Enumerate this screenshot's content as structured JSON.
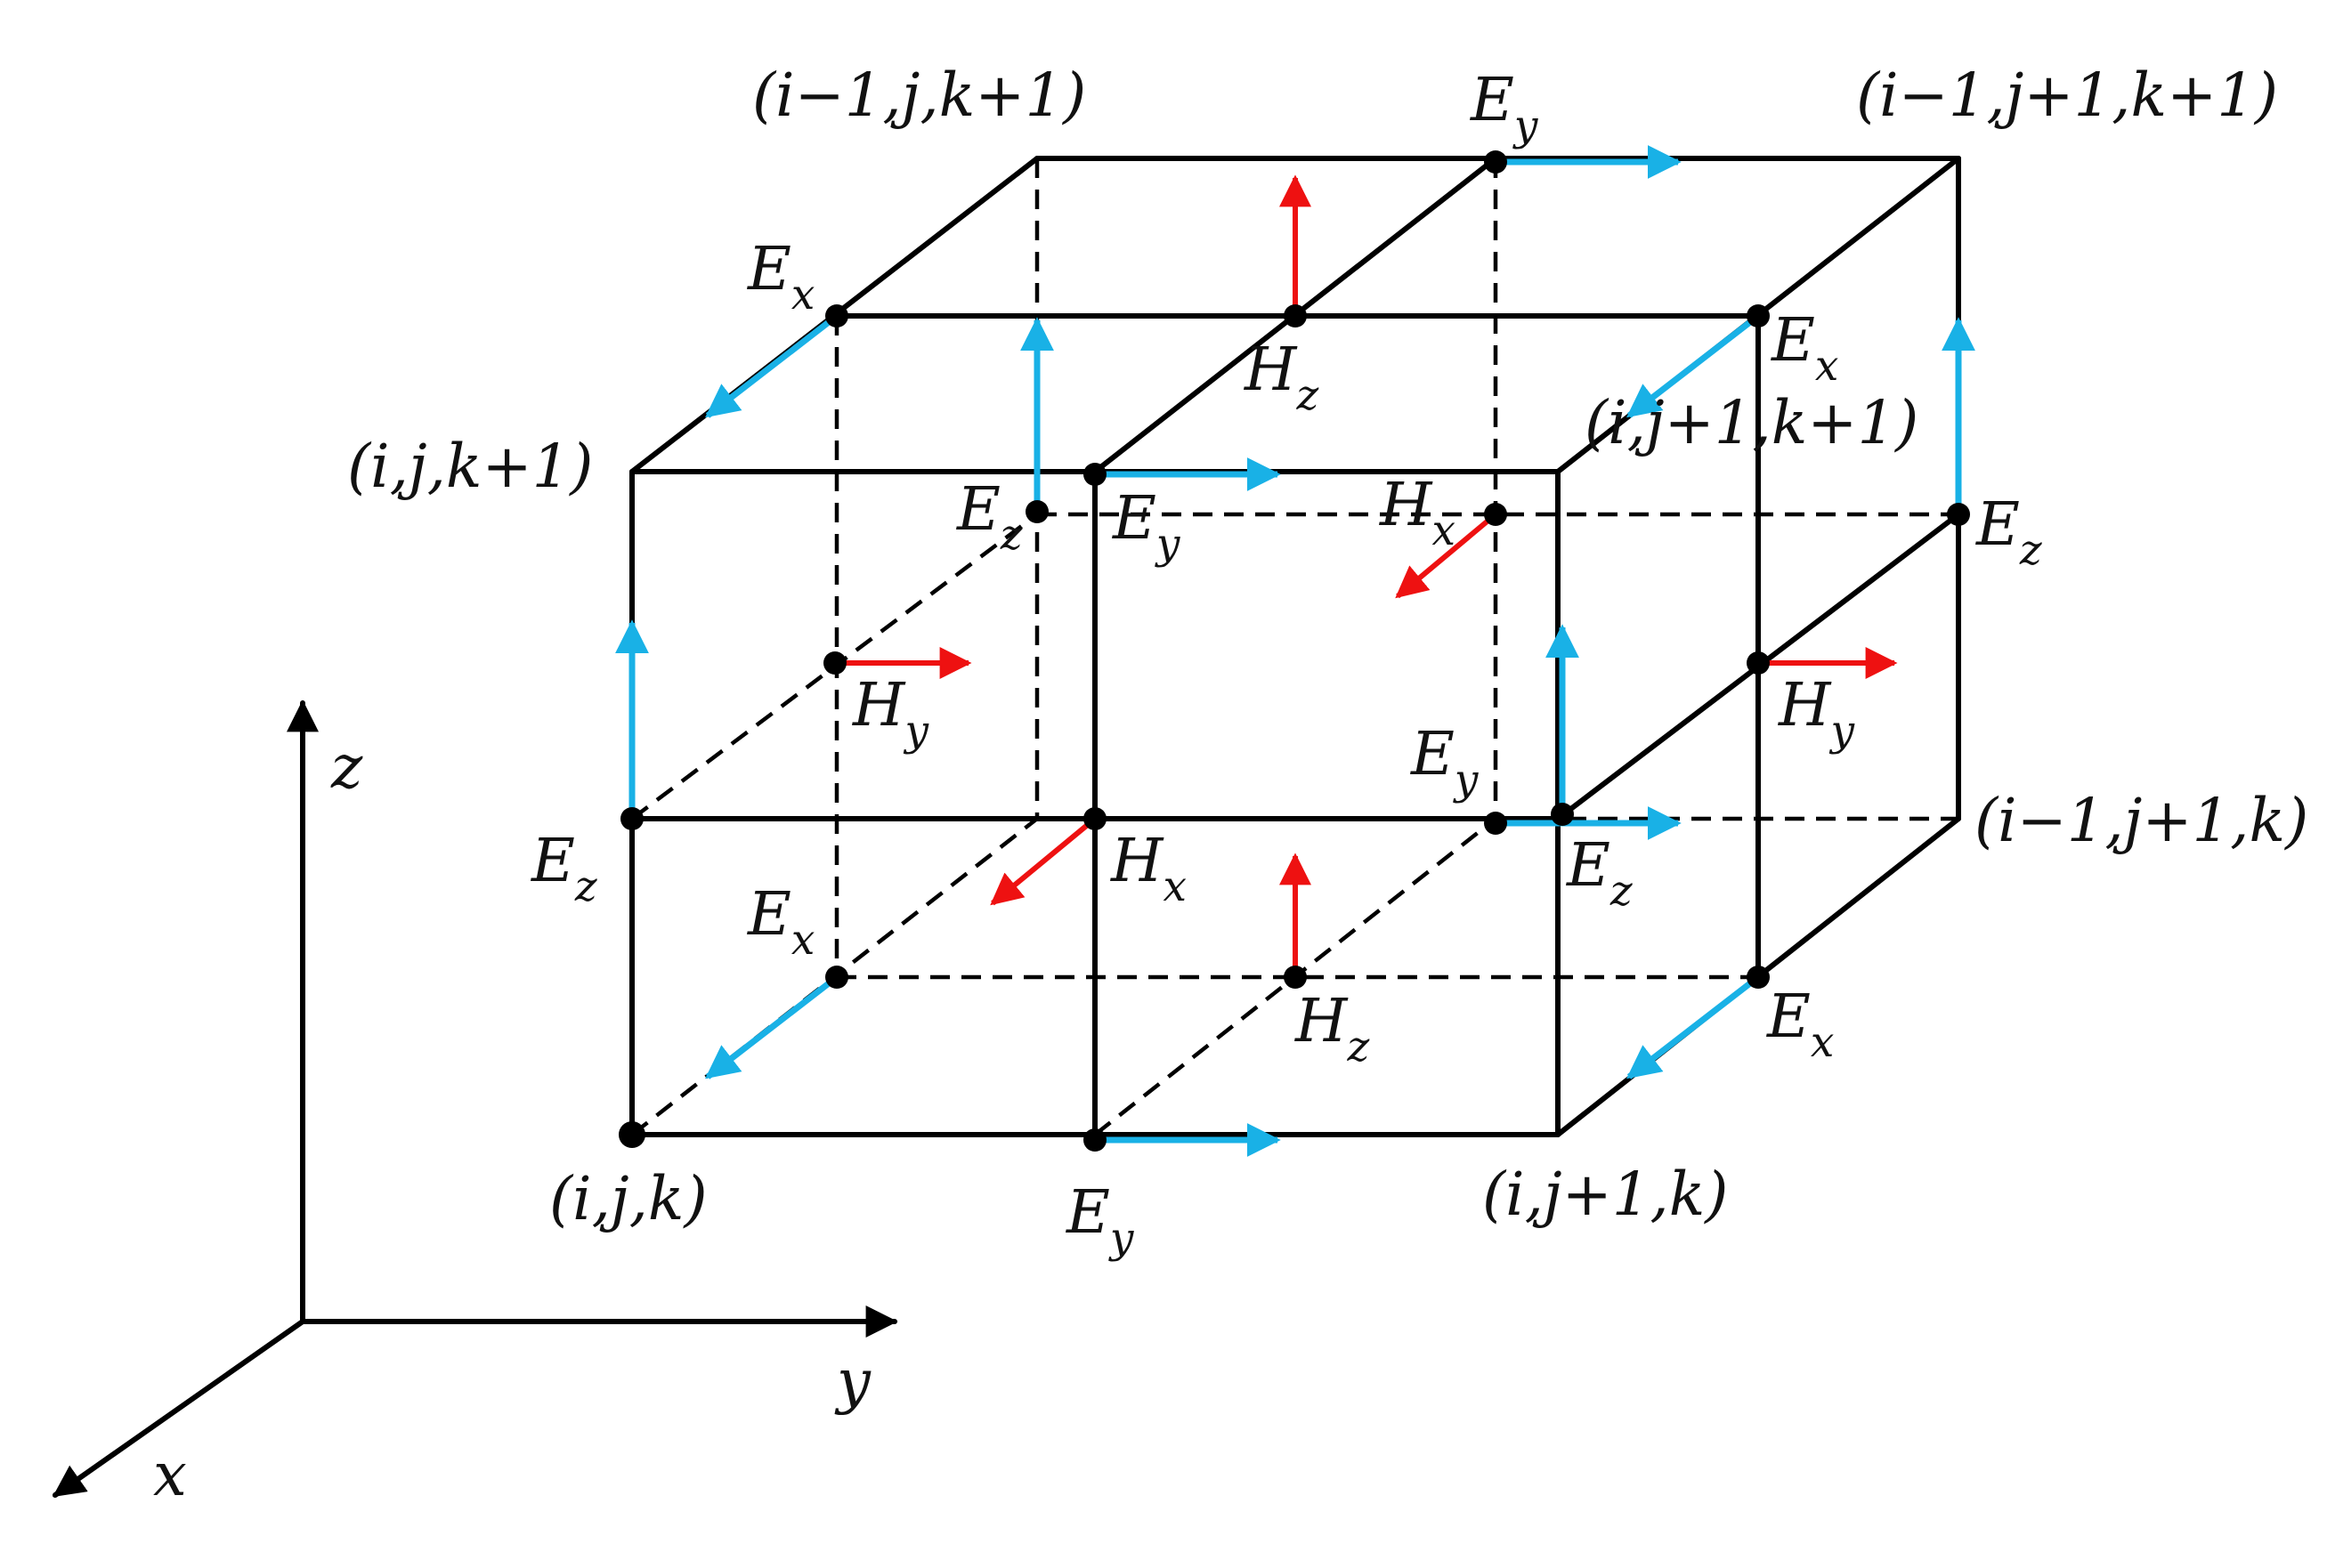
{
  "corners": {
    "ijk": "(i,j,k)",
    "ij1k": "(i,j+1,k)",
    "ijk1": "(i,j,k+1)",
    "ij1k1": "(i,j+1,k+1)",
    "im1jk1": "(i−1,j,k+1)",
    "im1j1k1": "(i−1,j+1,k+1)",
    "im1j1k": "(i−1,j+1,k)"
  },
  "fields": {
    "E": "E",
    "H": "H"
  },
  "components": {
    "x": "x",
    "y": "y",
    "z": "z"
  },
  "axes": {
    "x": "x",
    "y": "y",
    "z": "z"
  },
  "colors": {
    "electric": "#19b1e6",
    "magnetic": "#ee1111",
    "grid": "#000000"
  }
}
